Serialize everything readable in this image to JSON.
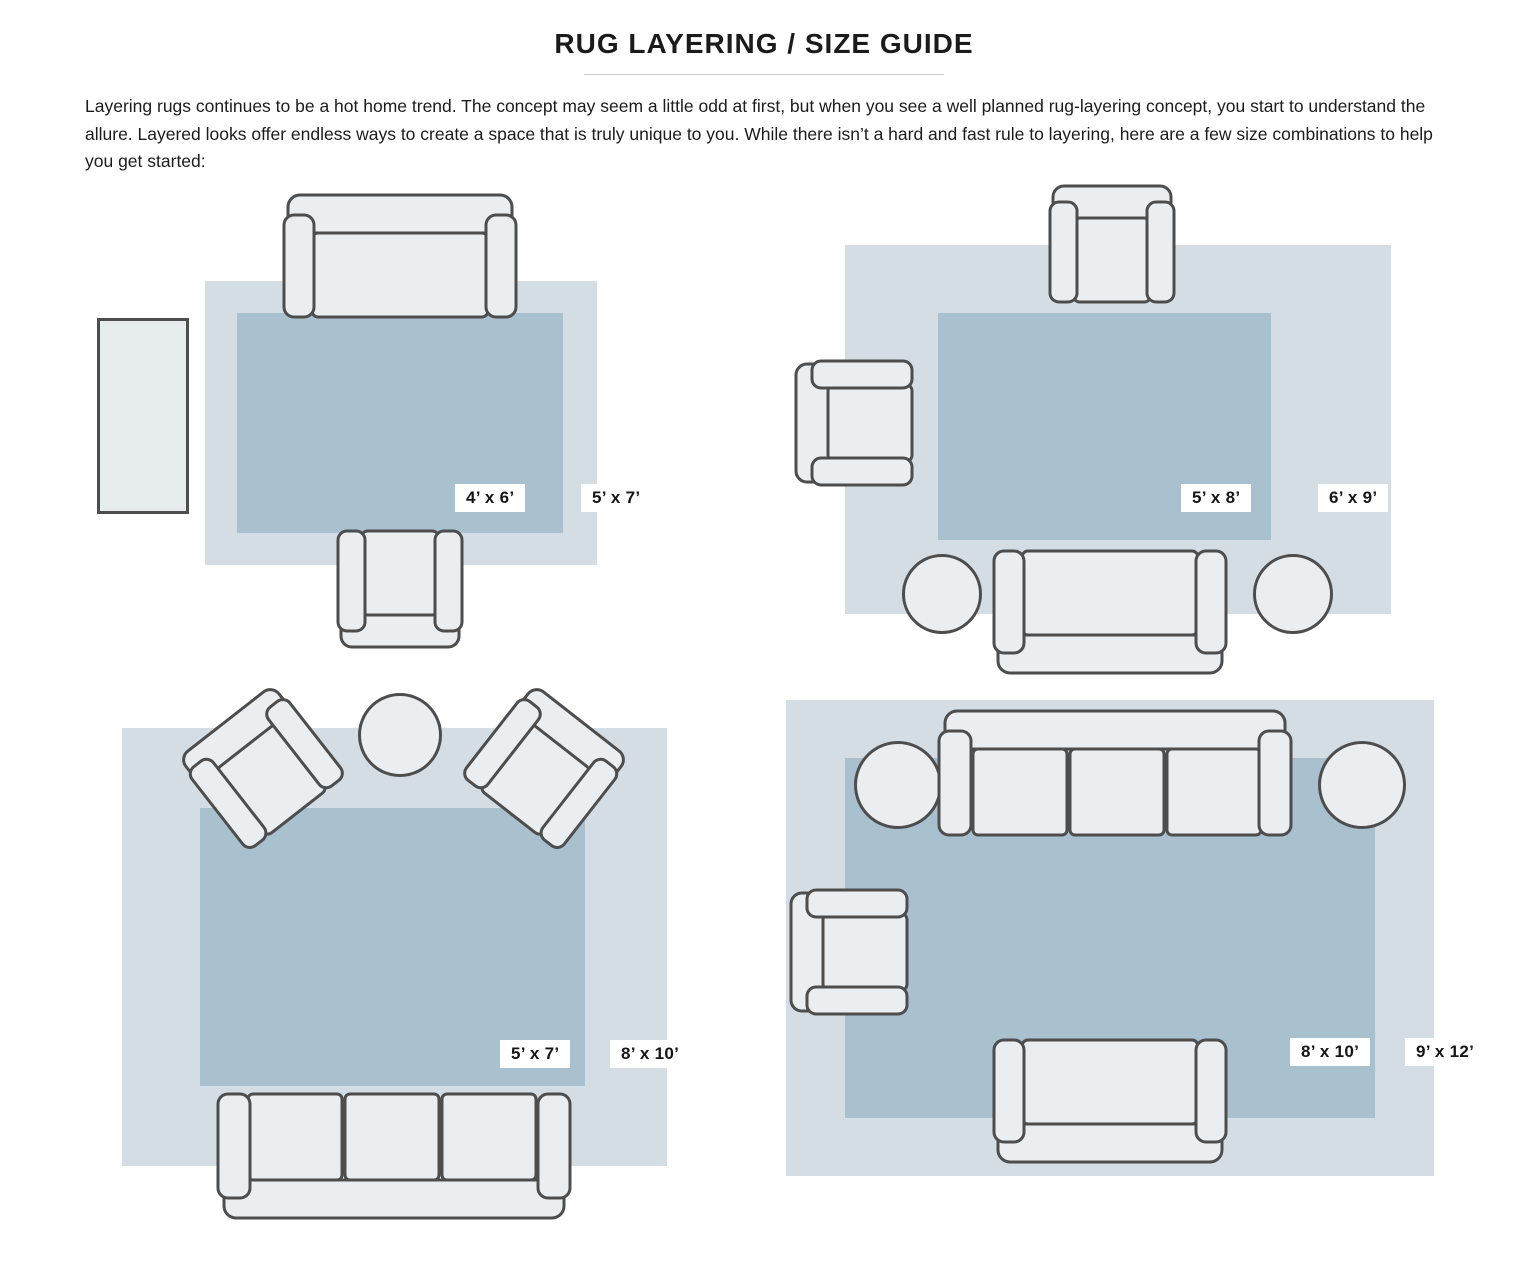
{
  "header": {
    "title": "RUG LAYERING / SIZE GUIDE",
    "intro": "Layering rugs continues to be a hot home trend. The concept may seem a little odd at first, but when you see a well planned rug-layering concept, you start to understand the allure. Layered looks offer endless ways to create a space that is truly unique to you. While there isn’t a hard and fast rule to layering, here are a few size combinations to help you get started:"
  },
  "diagrams": [
    {
      "name": "layout-top-left",
      "inner_rug_size": "4’ x 6’",
      "outer_rug_size": "5’ x 7’",
      "furniture": [
        "sofa",
        "armchair",
        "side-table"
      ]
    },
    {
      "name": "layout-top-right",
      "inner_rug_size": "5’ x 8’",
      "outer_rug_size": "6’ x 9’",
      "furniture": [
        "armchair",
        "armchair",
        "sofa",
        "round-pouf",
        "round-pouf"
      ]
    },
    {
      "name": "layout-bottom-left",
      "inner_rug_size": "5’ x 7’",
      "outer_rug_size": "8’ x 10’",
      "furniture": [
        "armchair-angled",
        "armchair-angled",
        "round-table",
        "three-seat-sofa"
      ]
    },
    {
      "name": "layout-bottom-right",
      "inner_rug_size": "8’ x 10’",
      "outer_rug_size": "9’ x 12’",
      "furniture": [
        "three-seat-sofa",
        "round-table",
        "round-table",
        "armchair",
        "sofa"
      ]
    }
  ],
  "colors": {
    "outer_rug": "#d4dde4",
    "inner_rug": "#a9c0cf",
    "furniture_fill": "#eaeef1",
    "furniture_stroke": "#4d4d4d",
    "text": "#1d1d1d",
    "label_background": "#ffffff"
  }
}
